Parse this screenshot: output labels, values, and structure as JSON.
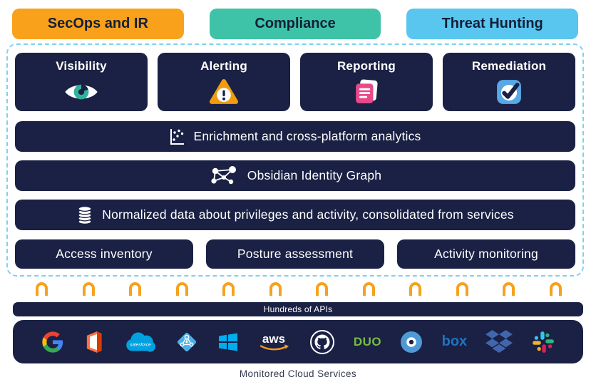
{
  "header_tabs": [
    {
      "label": "SecOps and IR",
      "color": "#F9A11B"
    },
    {
      "label": "Compliance",
      "color": "#3EC3A8"
    },
    {
      "label": "Threat Hunting",
      "color": "#59C6F0"
    }
  ],
  "platform": {
    "capabilities": [
      {
        "label": "Visibility",
        "icon": "eye-icon"
      },
      {
        "label": "Alerting",
        "icon": "alert-triangle-icon"
      },
      {
        "label": "Reporting",
        "icon": "report-pages-icon"
      },
      {
        "label": "Remediation",
        "icon": "checkmark-badge-icon"
      }
    ],
    "layers": [
      {
        "label": "Enrichment and cross-platform analytics",
        "icon": "scatter-plot-icon"
      },
      {
        "label": "Obsidian Identity Graph",
        "icon": "network-graph-icon"
      },
      {
        "label": "Normalized data about privileges and activity, consolidated from services",
        "icon": "database-icon"
      }
    ],
    "functions": [
      {
        "label": "Access inventory"
      },
      {
        "label": "Posture assessment"
      },
      {
        "label": "Activity monitoring"
      }
    ]
  },
  "connectors": {
    "count": 12,
    "icon": "api-link-icon",
    "color": "#F6A21D"
  },
  "apis_bar": {
    "label": "Hundreds of APIs"
  },
  "services_bar": {
    "items": [
      "Google",
      "Microsoft Office 365",
      "Salesforce",
      "Azure Active Directory",
      "Microsoft Windows",
      "AWS",
      "GitHub",
      "Duo",
      "Okta",
      "Box",
      "Dropbox",
      "Slack"
    ],
    "duo_text": "DUO",
    "box_text": "box",
    "aws_text": "aws"
  },
  "caption": "Monitored Cloud Services",
  "colors": {
    "navy": "#1B2144",
    "dashed_border": "#7ED1F0",
    "connector_orange": "#F6A21D"
  }
}
